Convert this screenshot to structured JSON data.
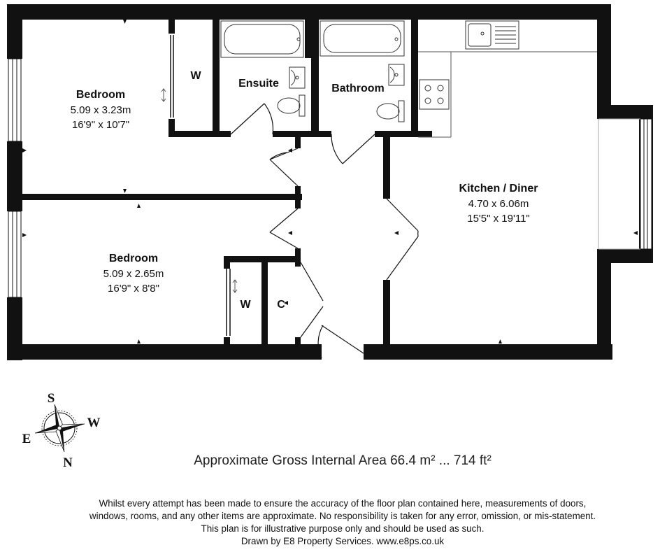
{
  "rooms": {
    "bedroom1": {
      "name": "Bedroom",
      "metric": "5.09 x 3.23m",
      "imperial": "16'9\" x 10'7\""
    },
    "bedroom2": {
      "name": "Bedroom",
      "metric": "5.09 x 2.65m",
      "imperial": "16'9\" x 8'8\""
    },
    "kitchen": {
      "name": "Kitchen / Diner",
      "metric": "4.70 x 6.06m",
      "imperial": "15'5\" x 19'11\""
    },
    "ensuite": {
      "name": "Ensuite"
    },
    "bathroom": {
      "name": "Bathroom"
    },
    "wardrobe1": {
      "name": "W"
    },
    "wardrobe2": {
      "name": "W"
    },
    "cupboard": {
      "name": "C"
    }
  },
  "compass": {
    "s": "S",
    "w": "W",
    "e": "E",
    "n": "N"
  },
  "area": "Approximate Gross Internal Area 66.4 m² ... 714 ft²",
  "disclaimer": [
    "Whilst every attempt has been made to ensure the accuracy of the floor plan contained here, measurements of doors,",
    "windows, rooms, and any other items are approximate. No responsibility is taken for any error, omission, or mis-statement.",
    "This plan is for illustrative purpose only and should be used as such.",
    "Drawn by E8 Property Services. www.e8ps.co.uk"
  ]
}
